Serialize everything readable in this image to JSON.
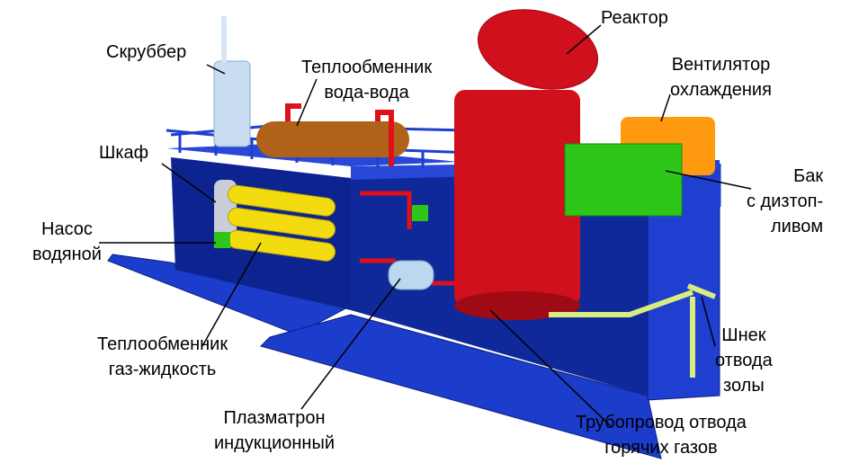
{
  "labels": {
    "scrubber": "Скруббер",
    "hx_water_1": "Теплообменник",
    "hx_water_2": "вода-вода",
    "reactor": "Реактор",
    "fan_1": "Вентилятор",
    "fan_2": "охлаждения",
    "cabinet": "Шкаф",
    "tank_1": "Бак",
    "tank_2": "с дизтоп-",
    "tank_3": "ливом",
    "pump_1": "Насос",
    "pump_2": "водяной",
    "auger_1": "Шнек",
    "auger_2": "отвода",
    "auger_3": "золы",
    "hx_gas_1": "Теплообменник",
    "hx_gas_2": "газ-жидкость",
    "plasmatron_1": "Плазматрон",
    "plasmatron_2": "индукционный",
    "pipeline_1": "Трубопровод отвода",
    "pipeline_2": "горячих газов"
  },
  "colors": {
    "container": "#1f3fd0",
    "container_dark": "#0d2490",
    "reactor": "#d0101c",
    "tank": "#2fc61a",
    "fan": "#ff9a10",
    "hx_gas": "#f2dc10",
    "hx_water": "#b0621a",
    "pipe": "#e0101a"
  }
}
